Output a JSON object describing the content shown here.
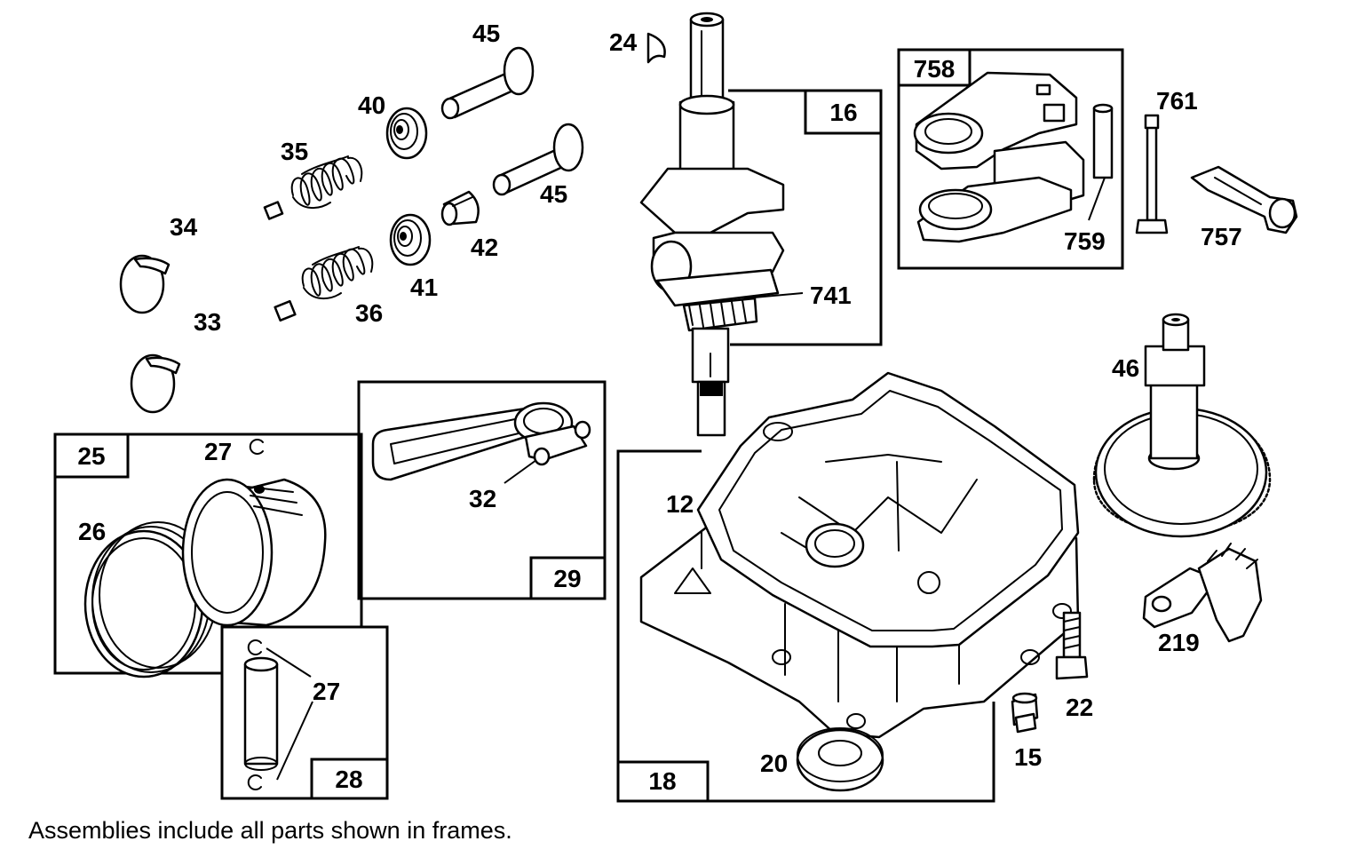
{
  "caption": "Assemblies include all parts shown in frames.",
  "frames": {
    "f16": "16",
    "f758": "758",
    "f25": "25",
    "f29": "29",
    "f28": "28",
    "f18": "18"
  },
  "labels": {
    "p45a": "45",
    "p24": "24",
    "p40": "40",
    "p35": "35",
    "p45b": "45",
    "p34": "34",
    "p42": "42",
    "p41": "41",
    "p33": "33",
    "p36": "36",
    "p741": "741",
    "p761": "761",
    "p759": "759",
    "p757": "757",
    "p46": "46",
    "p27a": "27",
    "p26": "26",
    "p32": "32",
    "p12": "12",
    "p27b": "27",
    "p219": "219",
    "p22": "22",
    "p20": "20",
    "p15": "15"
  }
}
